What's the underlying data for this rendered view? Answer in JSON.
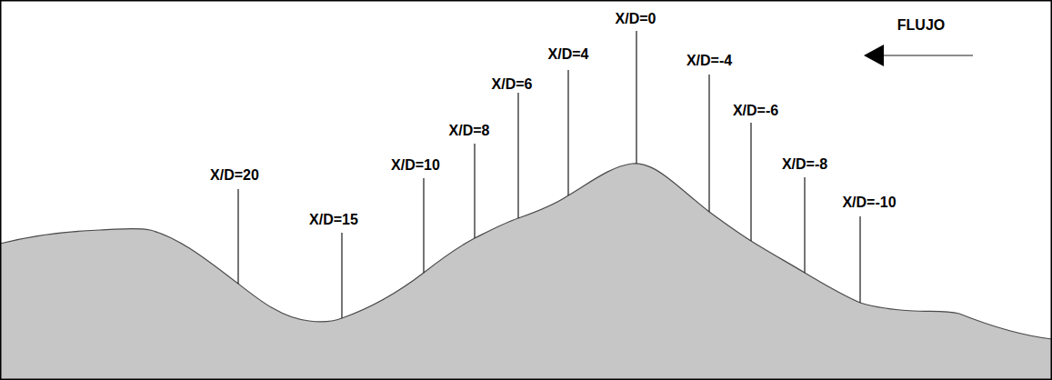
{
  "diagram": {
    "labels": [
      "X/D=0",
      "X/D=4",
      "X/D=6",
      "X/D=8",
      "X/D=10",
      "X/D=15",
      "X/D=20",
      "X/D=-4",
      "X/D=-6",
      "X/D=-8",
      "X/D=-10",
      "FLUJO"
    ]
  }
}
